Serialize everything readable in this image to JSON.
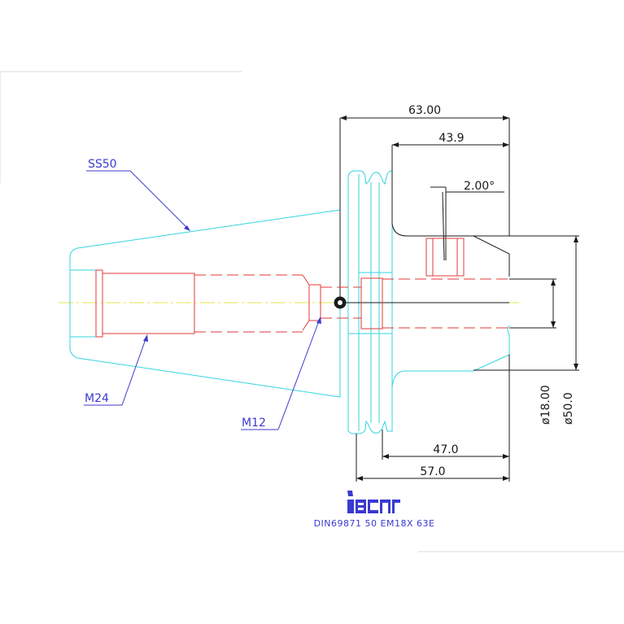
{
  "drawing": {
    "dimensions": {
      "overall_length": "63.00",
      "shank_length": "43.9",
      "angle": "2.00°",
      "bore_diameter": "ø18.00",
      "body_diameter": "ø50.0",
      "flange_to_end": "47.0",
      "gauge_length": "57.0"
    },
    "callouts": {
      "taper": "SS50",
      "thread_large": "M24",
      "thread_small": "M12"
    },
    "caption": "DIN69871 50 EM18X 63E",
    "logo_text": "iscar",
    "colors": {
      "taper_outline": "#33d4e0",
      "hidden_features": "#e23a3a",
      "dimensions": "#1a1a1a",
      "callouts": "#3a3ad0",
      "centerline": "#e6e64a"
    }
  }
}
